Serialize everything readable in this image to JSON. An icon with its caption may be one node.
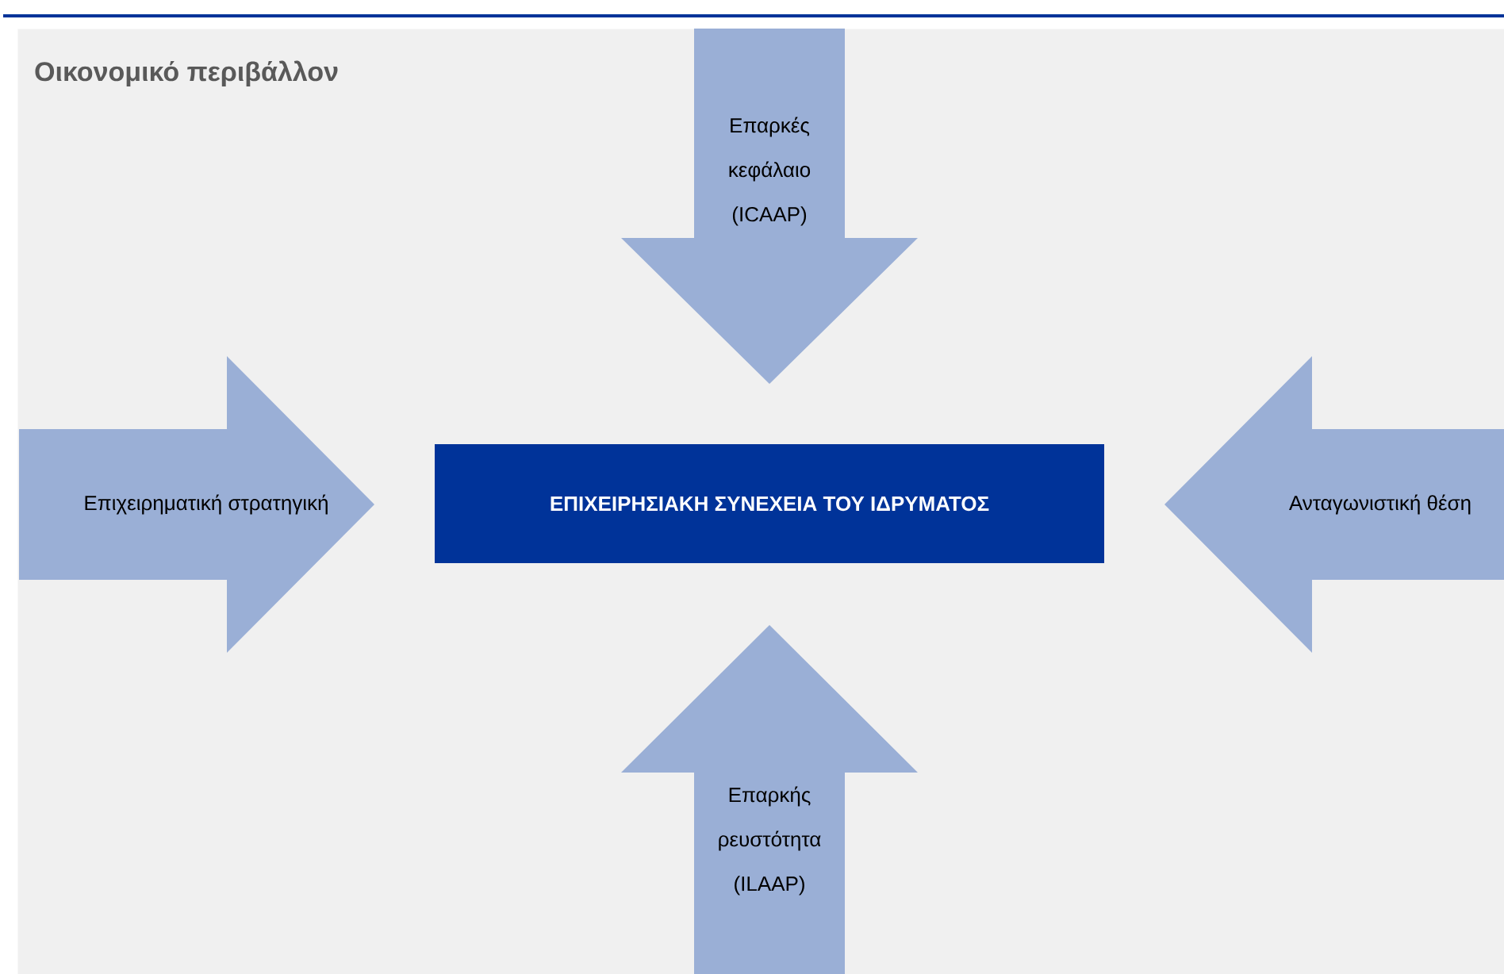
{
  "diagram": {
    "nodes": [
      {
        "text": [
          "Οικονομικό περιβάλλον"
        ]
      },
      {
        "text": [
          "Επαρκές κεφάλαιο (ICAAP)"
        ],
        "in": 0
      },
      {
        "text": [
          "Επιχειρηματική στρατηγική"
        ],
        "in": 0
      },
      {
        "text": [
          "ΕΠΙΧΕΙΡΗΣΙΑΚΗ ΣΥΝΕΧΕΙΑ ΤΟΥ ΙΔΡΥΜΑΤΟΣ"
        ],
        "in": 0
      },
      {
        "text": [
          "Ανταγωνιστική θέση"
        ],
        "in": 0
      },
      {
        "text": [
          "Επαρκής ρευστότητα (ILAAP)"
        ],
        "in": 0
      }
    ]
  }
}
